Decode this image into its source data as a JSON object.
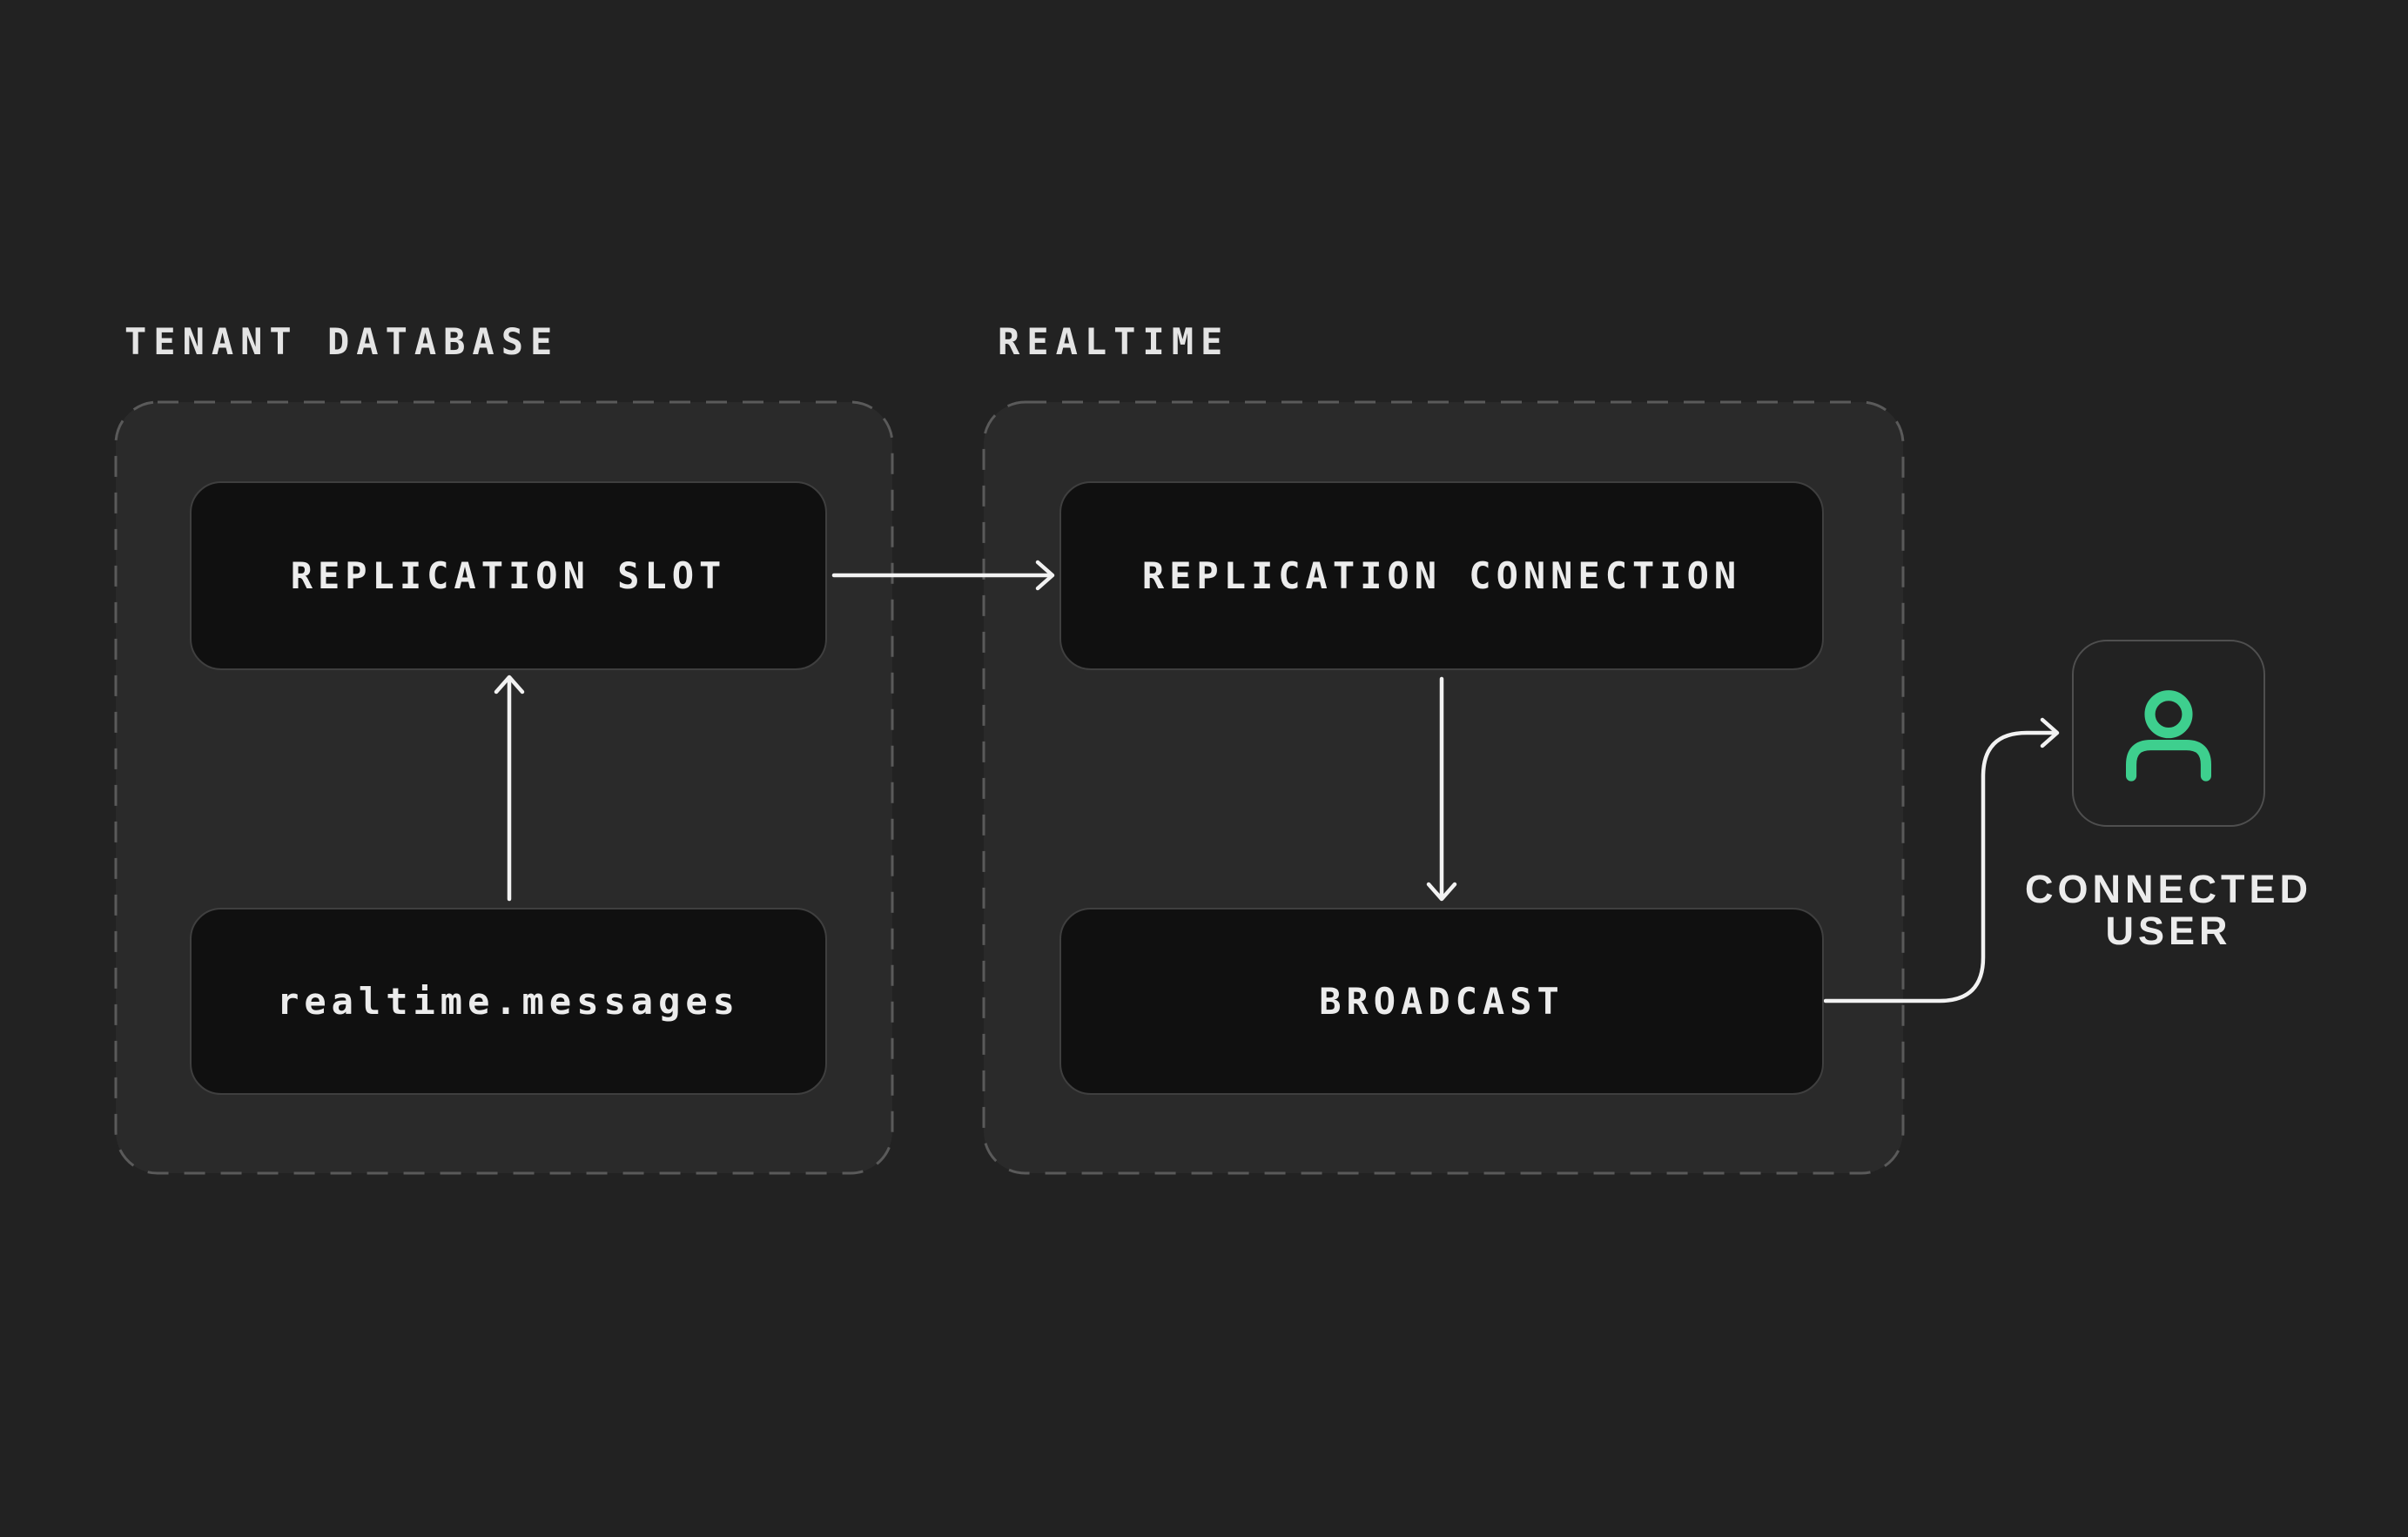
{
  "groups": {
    "tenant_database": {
      "label": "TENANT DATABASE"
    },
    "realtime": {
      "label": "REALTIME"
    }
  },
  "nodes": {
    "replication_slot": {
      "label": "REPLICATION SLOT"
    },
    "realtime_messages": {
      "label": "realtime.messages"
    },
    "replication_connection": {
      "label": "REPLICATION CONNECTION"
    },
    "broadcast": {
      "label": "BROADCAST"
    }
  },
  "user": {
    "line1": "CONNECTED",
    "line2": "USER",
    "icon": "user-icon"
  },
  "edges": [
    {
      "from": "realtime.messages",
      "to": "REPLICATION SLOT",
      "direction": "up"
    },
    {
      "from": "REPLICATION SLOT",
      "to": "REPLICATION CONNECTION",
      "direction": "right"
    },
    {
      "from": "REPLICATION CONNECTION",
      "to": "BROADCAST",
      "direction": "down"
    },
    {
      "from": "BROADCAST",
      "to": "CONNECTED USER",
      "direction": "right-curved"
    }
  ],
  "colors": {
    "bg": "#222222",
    "container_fill": "#2a2a2a",
    "container_stroke": "#5a5a5a",
    "node_fill": "#101010",
    "node_stroke": "#3f3f3f",
    "user_box_stroke": "#4f4f4f",
    "line": "#f2f2f2",
    "text": "#ececec",
    "heading": "#e4e4e4",
    "green": "#3ecf8e"
  }
}
